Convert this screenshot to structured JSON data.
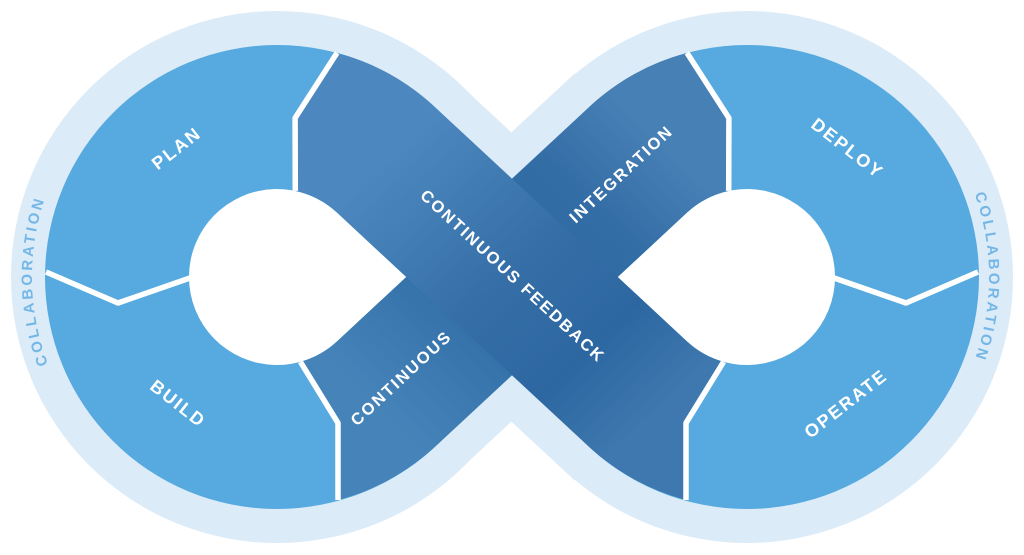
{
  "diagram": {
    "type": "devops-infinity-loop",
    "labels": {
      "plan": "PLAN",
      "build": "BUILD",
      "deploy": "DEPLOY",
      "operate": "OPERATE",
      "continuous_feedback": "CONTINUOUS FEEDBACK",
      "continuous": "CONTINUOUS",
      "integration": "INTEGRATION",
      "collaboration_left": "COLLABORATION",
      "collaboration_right": "COLLABORATION"
    },
    "colors": {
      "background": "#ffffff",
      "halo": "#dcebf8",
      "loop": "#57aadf",
      "divider": "#ffffff",
      "segment_text": "#ffffff",
      "collaboration_text": "#74b7e6",
      "feedback_ribbon_start": "#4c88bf",
      "feedback_ribbon_mid": "#366fa7",
      "feedback_ribbon_dark": "#2d67a1",
      "feedback_ribbon_end": "#3e78ae",
      "integration_ribbon_start": "#4583b9",
      "integration_ribbon_mid": "#2f6aa3",
      "integration_ribbon_dark": "#336da5",
      "integration_ribbon_end": "#4680b5"
    }
  }
}
